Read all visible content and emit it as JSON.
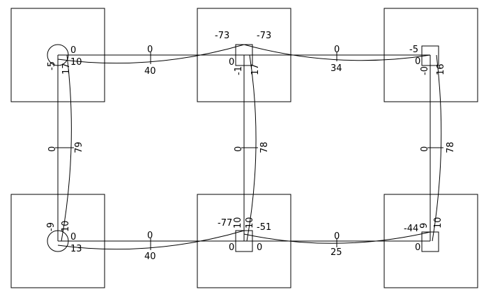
{
  "diagram": {
    "frame_labels": {
      "top_left": {
        "right_end": "0",
        "below_end": "10",
        "col_left": "-5",
        "col_right": "17"
      },
      "top_beam_left": {
        "axial": "0",
        "moment": "40"
      },
      "top_mid": {
        "left_end": "-73",
        "right_end": "-73",
        "beam_left_under": "0",
        "col_left": "-1",
        "col_right": "17"
      },
      "top_beam_right": {
        "axial": "0",
        "moment": "34"
      },
      "top_right": {
        "left_end": "-5",
        "below_end": "0",
        "col_left": "-0",
        "col_right": "16"
      },
      "col_left": {
        "axial": "0",
        "moment": "79"
      },
      "col_mid": {
        "axial": "0",
        "moment": "78"
      },
      "col_right": {
        "axial": "0",
        "moment": "78"
      },
      "bot_left": {
        "col_left": "-9",
        "col_right": "10",
        "right_end": "0",
        "below_end": "13"
      },
      "bot_beam_left": {
        "axial": "0",
        "moment": "40"
      },
      "bot_mid": {
        "left_end": "-77",
        "col_left": "10",
        "col_right": "10",
        "right_end": "-51",
        "base_left": "0",
        "base_right": "0"
      },
      "bot_beam_right": {
        "axial": "0",
        "moment": "25"
      },
      "bot_right": {
        "left_end": "-44",
        "col_left": "9",
        "col_right": "10",
        "base_left": "0"
      }
    }
  }
}
